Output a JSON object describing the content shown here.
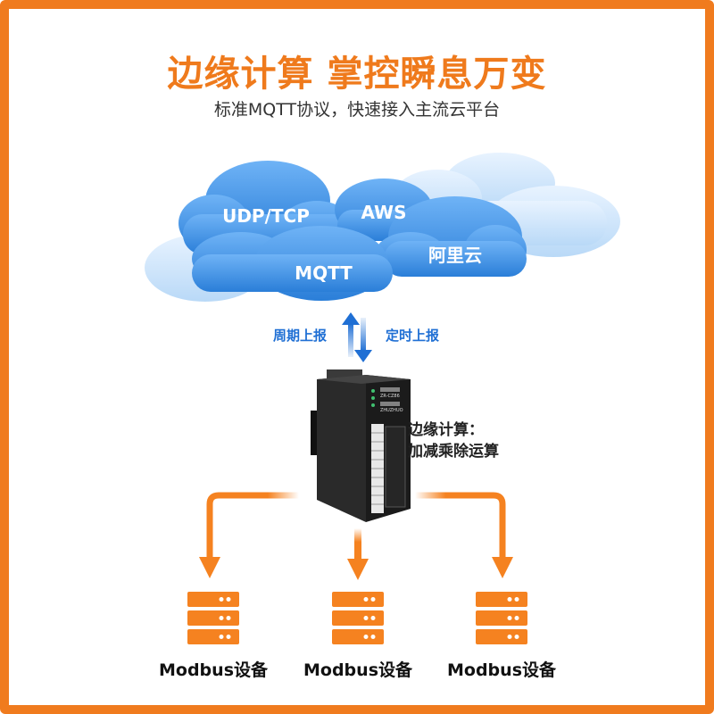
{
  "header": {
    "title": "边缘计算 掌控瞬息万变",
    "subtitle": "标准MQTT协议，快速接入主流云平台"
  },
  "clouds": [
    {
      "label": "UDP/TCP"
    },
    {
      "label": "AWS"
    },
    {
      "label": "阿里云"
    },
    {
      "label": "MQTT"
    }
  ],
  "arrows": {
    "up_label": "周期上报",
    "down_label": "定时上报"
  },
  "gateway": {
    "model_text": "ZR-CZ86",
    "brand_text": "ZHUZHUO",
    "edge_title": "边缘计算：",
    "edge_desc": "加减乘除运算"
  },
  "devices": [
    {
      "label": "Modbus设备"
    },
    {
      "label": "Modbus设备"
    },
    {
      "label": "Modbus设备"
    }
  ],
  "colors": {
    "accent": "#ef7a1c",
    "cloud_blue": "#2f86e0",
    "arrow_blue": "#1f6fd4",
    "gateway": "#1e1e1e"
  }
}
